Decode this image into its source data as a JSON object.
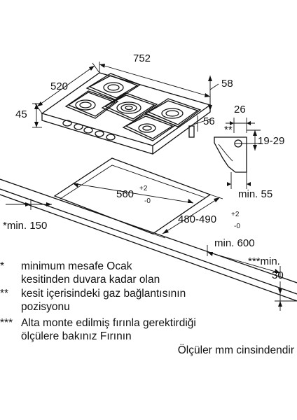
{
  "dimensions": {
    "width": "752",
    "depth": "520",
    "height": "45",
    "d58": "58",
    "d56": "56",
    "d26": "26",
    "double_star": "**",
    "range_19_29": "19-29",
    "min_55": "min. 55",
    "cutout_width": "560",
    "cutout_width_plus": "+2",
    "cutout_width_minus": "-0",
    "cutout_depth": "480-490",
    "cutout_depth_plus": "+2",
    "cutout_depth_minus": "-0",
    "min_150": "*min. 150",
    "min_600": "min. 600",
    "min_30_a": "***min.",
    "min_30_b": "30"
  },
  "notes": [
    {
      "marker": "*",
      "lines": [
        "minimum mesafe Ocak",
        "kesitinden duvara kadar olan"
      ]
    },
    {
      "marker": "**",
      "lines": [
        "kesit içerisindeki gaz bağlantısının",
        "pozisyonu"
      ]
    },
    {
      "marker": "***",
      "lines": [
        "Alta monte edilmiş fırınla gerektirdiği",
        "ölçülere bakınız Fırının"
      ]
    }
  ],
  "units_note": "Ölçüler mm cinsindendir"
}
